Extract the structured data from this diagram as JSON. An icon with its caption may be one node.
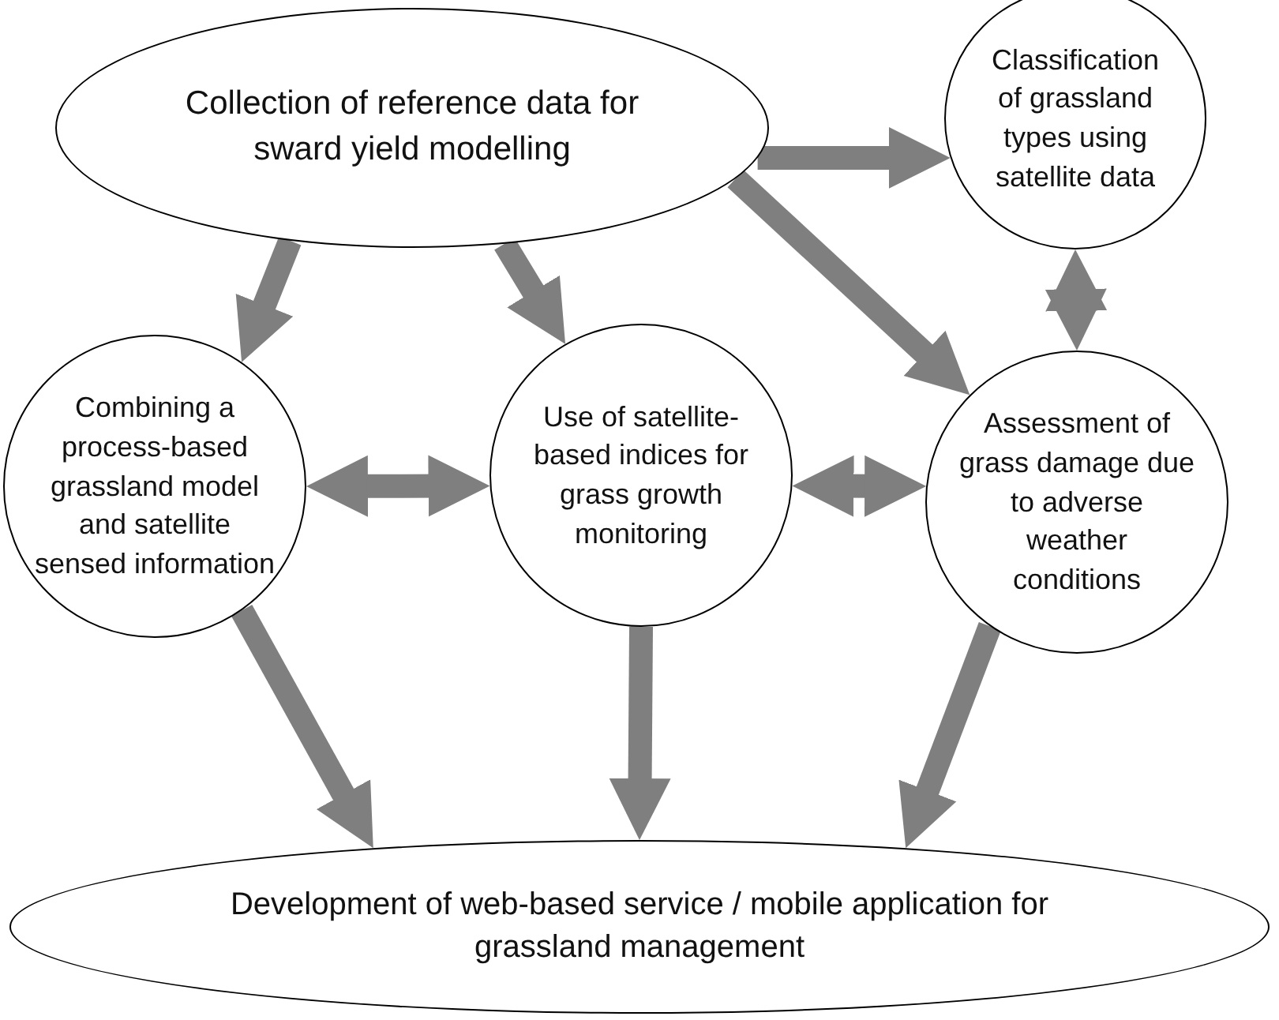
{
  "diagram": {
    "nodes": [
      {
        "text": [
          "Collection of reference data for sward yield modelling"
        ]
      },
      {
        "text": [
          "Classification of grassland types using satellite data"
        ]
      },
      {
        "text": [
          "Combining a process-based grassland model and satellite sensed information"
        ]
      },
      {
        "text": [
          "Use of satellite-based indices for grass growth monitoring"
        ]
      },
      {
        "text": [
          "Assessment of grass damage due to adverse weather conditions"
        ]
      },
      {
        "text": [
          "Development of web-based service / mobile application for grassland management"
        ]
      }
    ],
    "edges": [
      {
        "from": 0,
        "to": 1,
        "arrow": "to"
      },
      {
        "from": 0,
        "to": 4,
        "arrow": "to"
      },
      {
        "from": 0,
        "to": 2,
        "arrow": "to"
      },
      {
        "from": 0,
        "to": 3,
        "arrow": "to"
      },
      {
        "from": 1,
        "to": 4,
        "arrow": "both"
      },
      {
        "from": 2,
        "to": 3,
        "arrow": "both"
      },
      {
        "from": 3,
        "to": 4,
        "arrow": "both"
      },
      {
        "from": 2,
        "to": 5,
        "arrow": "to"
      },
      {
        "from": 3,
        "to": 5,
        "arrow": "to"
      },
      {
        "from": 4,
        "to": 5,
        "arrow": "to"
      }
    ]
  }
}
